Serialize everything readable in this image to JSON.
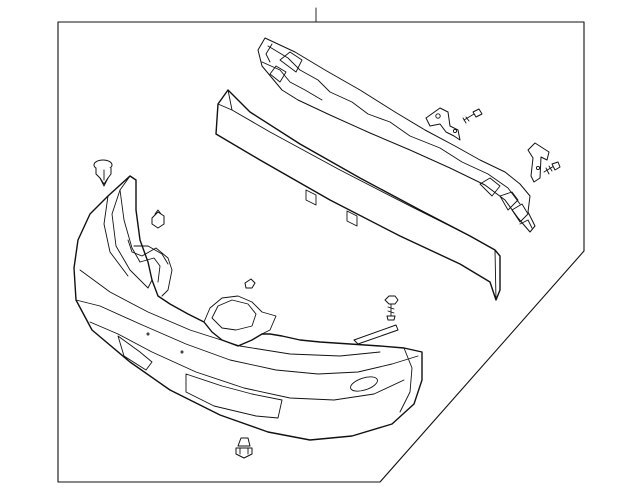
{
  "diagram": {
    "kind": "exploded-parts-view",
    "line_color": "#111111",
    "background": "#ffffff",
    "parts": [
      {
        "id": "bumper-cover",
        "icon": "bumper-cover"
      },
      {
        "id": "energy-absorber",
        "icon": "foam-absorber"
      },
      {
        "id": "reinforcement-bar",
        "icon": "impact-bar"
      },
      {
        "id": "bracket-upper",
        "icon": "mounting-bracket"
      },
      {
        "id": "bracket-side",
        "icon": "mounting-bracket"
      },
      {
        "id": "bolt-upper",
        "icon": "bolt"
      },
      {
        "id": "bolt-side",
        "icon": "bolt"
      },
      {
        "id": "bolt-lower",
        "icon": "bolt"
      },
      {
        "id": "push-clip-left",
        "icon": "push-clip"
      },
      {
        "id": "push-clip-bottom",
        "icon": "push-clip"
      },
      {
        "id": "retainer-clip",
        "icon": "retainer-clip"
      },
      {
        "id": "small-clip",
        "icon": "clip"
      },
      {
        "id": "trim-strip",
        "icon": "trim-strip"
      }
    ]
  }
}
